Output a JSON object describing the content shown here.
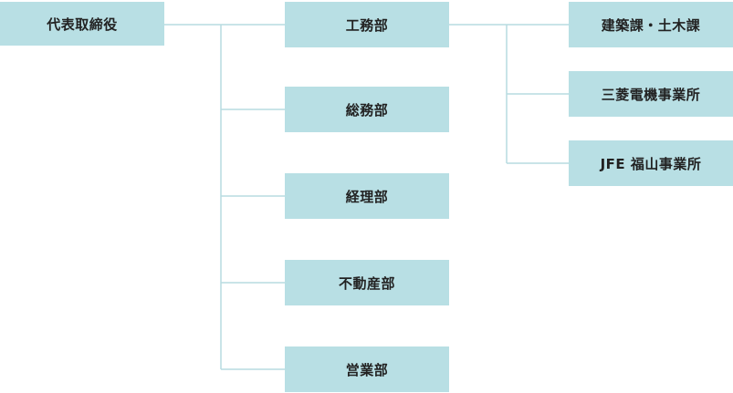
{
  "org_chart": {
    "ceo": "代表取締役",
    "departments": [
      "工務部",
      "総務部",
      "経理部",
      "不動産部",
      "営業部"
    ],
    "construction_sections": [
      "建築課・土木課",
      "三菱電機事業所",
      "JFE 福山事業所"
    ]
  },
  "colors": {
    "box_fill": "#b8dfe4",
    "connector": "#b7dce1",
    "text": "#222222"
  }
}
